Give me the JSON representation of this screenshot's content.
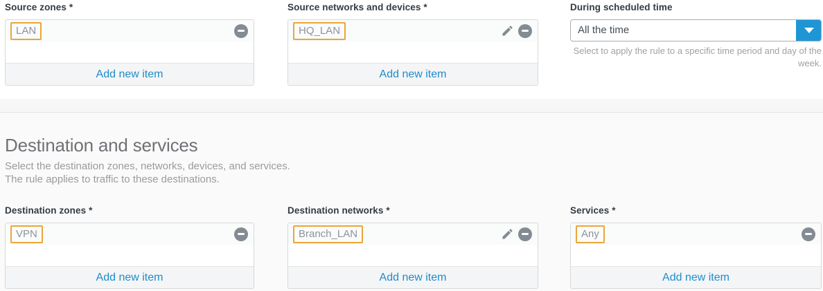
{
  "accent_colors": {
    "tag_border": "#EBA538",
    "link_blue": "#1E8CCB",
    "select_button_blue": "#1E96D6",
    "icon_gray": "#838B93"
  },
  "source_section": {
    "source_zones": {
      "label": "Source zones *",
      "item": "LAN",
      "add_label": "Add new item"
    },
    "source_networks": {
      "label": "Source networks and devices *",
      "item": "HQ_LAN",
      "add_label": "Add new item"
    },
    "schedule": {
      "label": "During scheduled time",
      "value": "All the time",
      "help": "Select to apply the rule to a specific time period and day of the week."
    }
  },
  "destination_section": {
    "heading": "Destination and services",
    "subtitle_line1": "Select the destination zones, networks, devices, and services.",
    "subtitle_line2": "The rule applies to traffic to these destinations.",
    "destination_zones": {
      "label": "Destination zones *",
      "item": "VPN",
      "add_label": "Add new item"
    },
    "destination_networks": {
      "label": "Destination networks *",
      "item": "Branch_LAN",
      "add_label": "Add new item"
    },
    "services": {
      "label": "Services *",
      "item": "Any",
      "add_label": "Add new item"
    }
  }
}
